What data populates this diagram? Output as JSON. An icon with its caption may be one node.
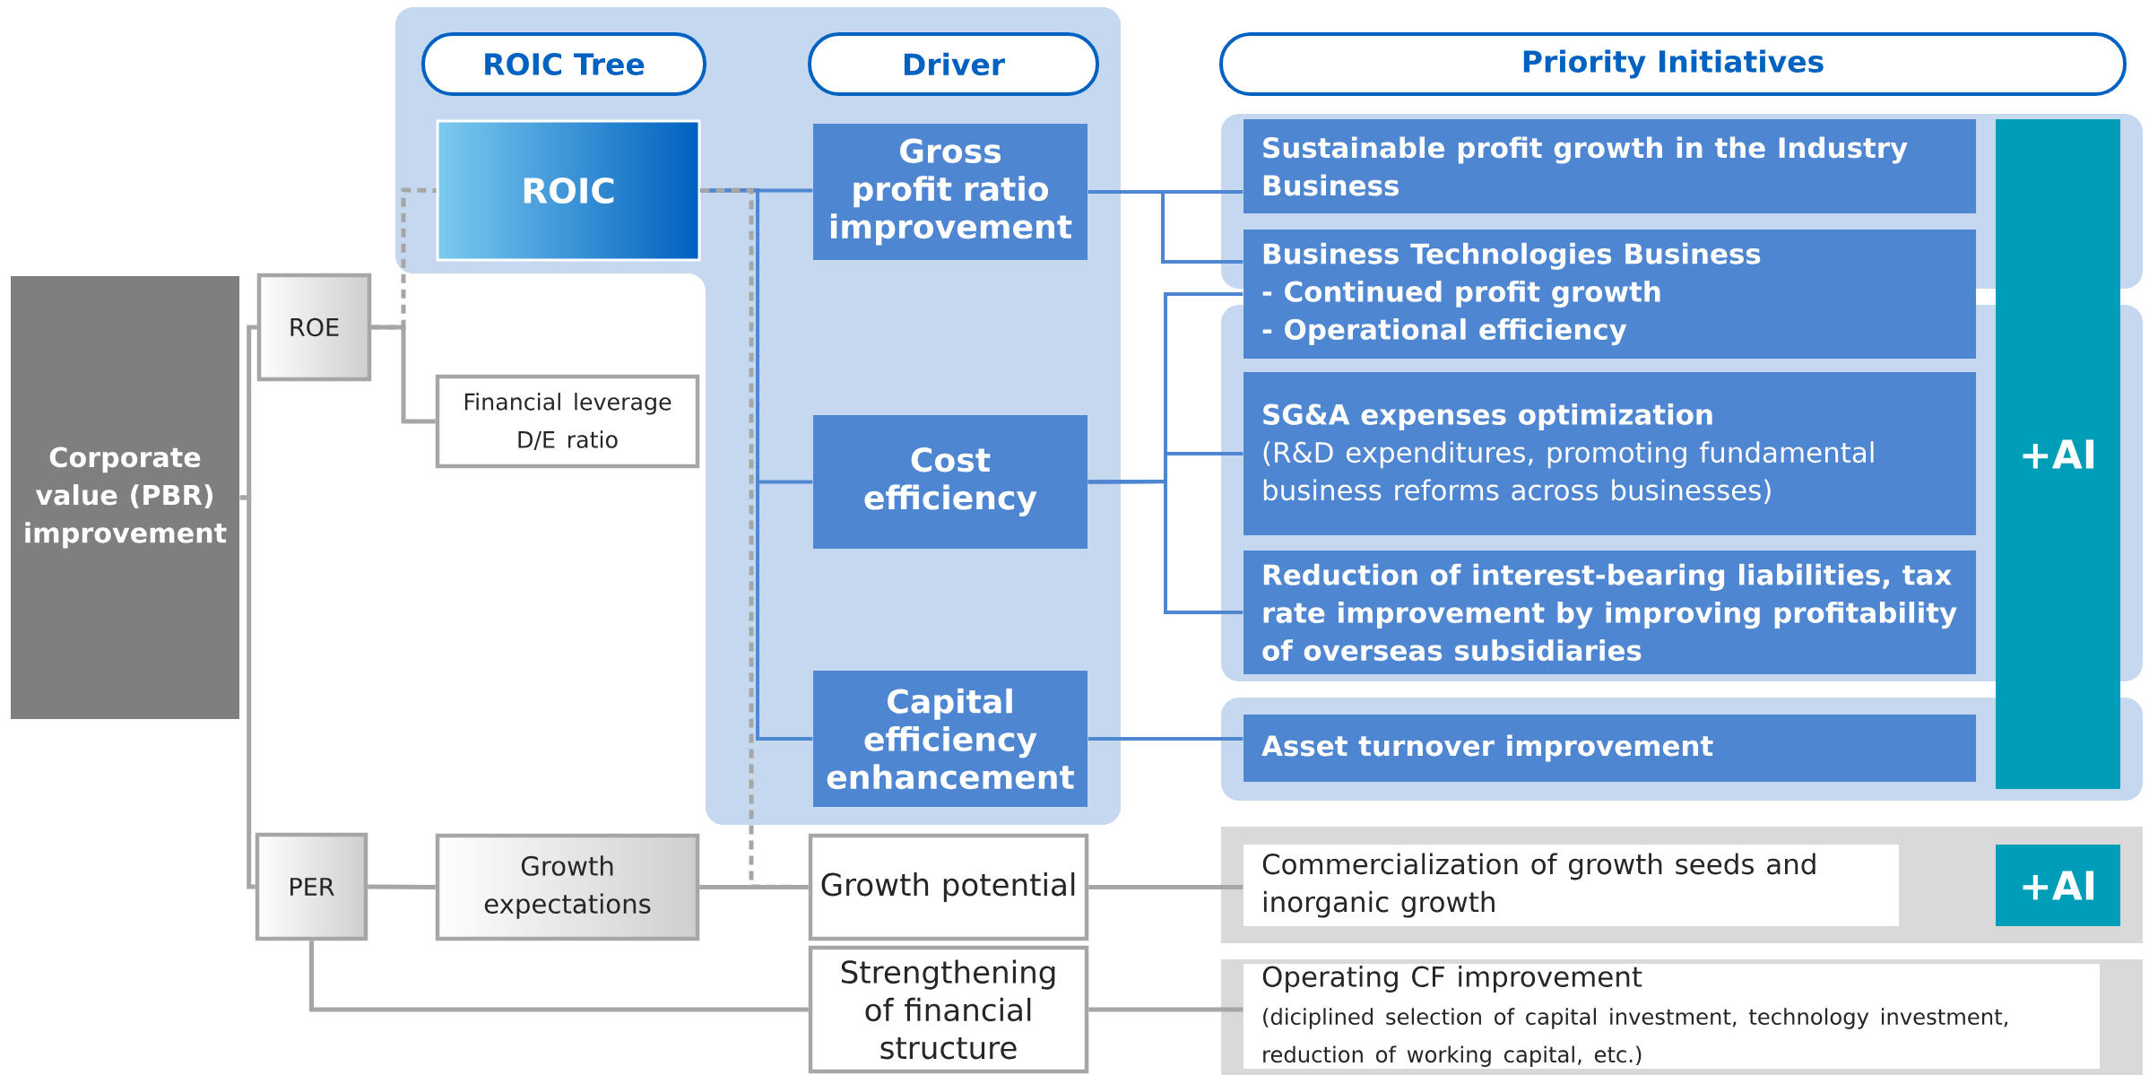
{
  "diagram": {
    "nodes": [
      {
        "text": [
          "ROIC Tree"
        ]
      },
      {
        "text": [
          "Driver"
        ]
      },
      {
        "text": [
          "Priority Initiatives"
        ]
      },
      {
        "text": [
          "Corporate value (PBR) improvement"
        ]
      },
      {
        "text": [
          "ROE"
        ]
      },
      {
        "text": [
          "ROIC"
        ]
      },
      {
        "text": [
          "Financial leverage D/E ratio"
        ]
      },
      {
        "text": [
          "Gross profit ratio improvement"
        ]
      },
      {
        "text": [
          "Cost efficiency"
        ]
      },
      {
        "text": [
          "Capital efficiency enhancement"
        ]
      },
      {
        "text": [
          "Sustainable profit growth in the Industry Business"
        ]
      },
      {
        "text": [
          "Business Technologies Business",
          "- Continued profit growth",
          "- Operational efficiency"
        ]
      },
      {
        "text": [
          "SG&A expenses optimization",
          "(R&D expenditures, promoting fundamental business reforms across businesses)"
        ]
      },
      {
        "text": [
          "Reduction of interest-bearing liabilities, tax rate improvement by improving profitability of overseas subsidiaries"
        ]
      },
      {
        "text": [
          "Asset turnover improvement"
        ]
      },
      {
        "text": [
          "+AI"
        ]
      },
      {
        "text": [
          "PER"
        ]
      },
      {
        "text": [
          "Growth expectations"
        ]
      },
      {
        "text": [
          "Growth potential"
        ]
      },
      {
        "text": [
          "Commercialization of growth seeds and inorganic growth"
        ]
      },
      {
        "text": [
          "+AI"
        ]
      },
      {
        "text": [
          "Strengthening of financial structure"
        ]
      },
      {
        "text": [
          "Operating CF improvement",
          "(diciplined selection of capital investment, technology investment, reduction of working capital, etc.)"
        ]
      }
    ],
    "edges": [
      {
        "from": 3,
        "to": 4,
        "arrow": "none"
      },
      {
        "from": 3,
        "to": 16,
        "arrow": "none"
      },
      {
        "from": 4,
        "to": 5,
        "arrow": "none",
        "style": "dashed"
      },
      {
        "from": 4,
        "to": 6,
        "arrow": "none"
      },
      {
        "from": 5,
        "to": 7,
        "arrow": "none",
        "color": "#4f86d1"
      },
      {
        "from": 5,
        "to": 8,
        "arrow": "none",
        "color": "#4f86d1"
      },
      {
        "from": 5,
        "to": 9,
        "arrow": "none",
        "color": "#4f86d1"
      },
      {
        "from": 5,
        "to": 18,
        "arrow": "none",
        "style": "dashed"
      },
      {
        "from": 7,
        "to": 10,
        "arrow": "none",
        "color": "#4f86d1"
      },
      {
        "from": 7,
        "to": 11,
        "arrow": "none",
        "color": "#4f86d1"
      },
      {
        "from": 8,
        "to": 11,
        "arrow": "none",
        "color": "#4f86d1"
      },
      {
        "from": 8,
        "to": 12,
        "arrow": "none",
        "color": "#4f86d1"
      },
      {
        "from": 8,
        "to": 13,
        "arrow": "none",
        "color": "#4f86d1"
      },
      {
        "from": 9,
        "to": 14,
        "arrow": "none",
        "color": "#4f86d1"
      },
      {
        "from": 16,
        "to": 17,
        "arrow": "none"
      },
      {
        "from": 17,
        "to": 18,
        "arrow": "none"
      },
      {
        "from": 16,
        "to": 21,
        "arrow": "none"
      },
      {
        "from": 18,
        "to": 19,
        "arrow": "none"
      },
      {
        "from": 21,
        "to": 22,
        "arrow": "none"
      }
    ]
  }
}
